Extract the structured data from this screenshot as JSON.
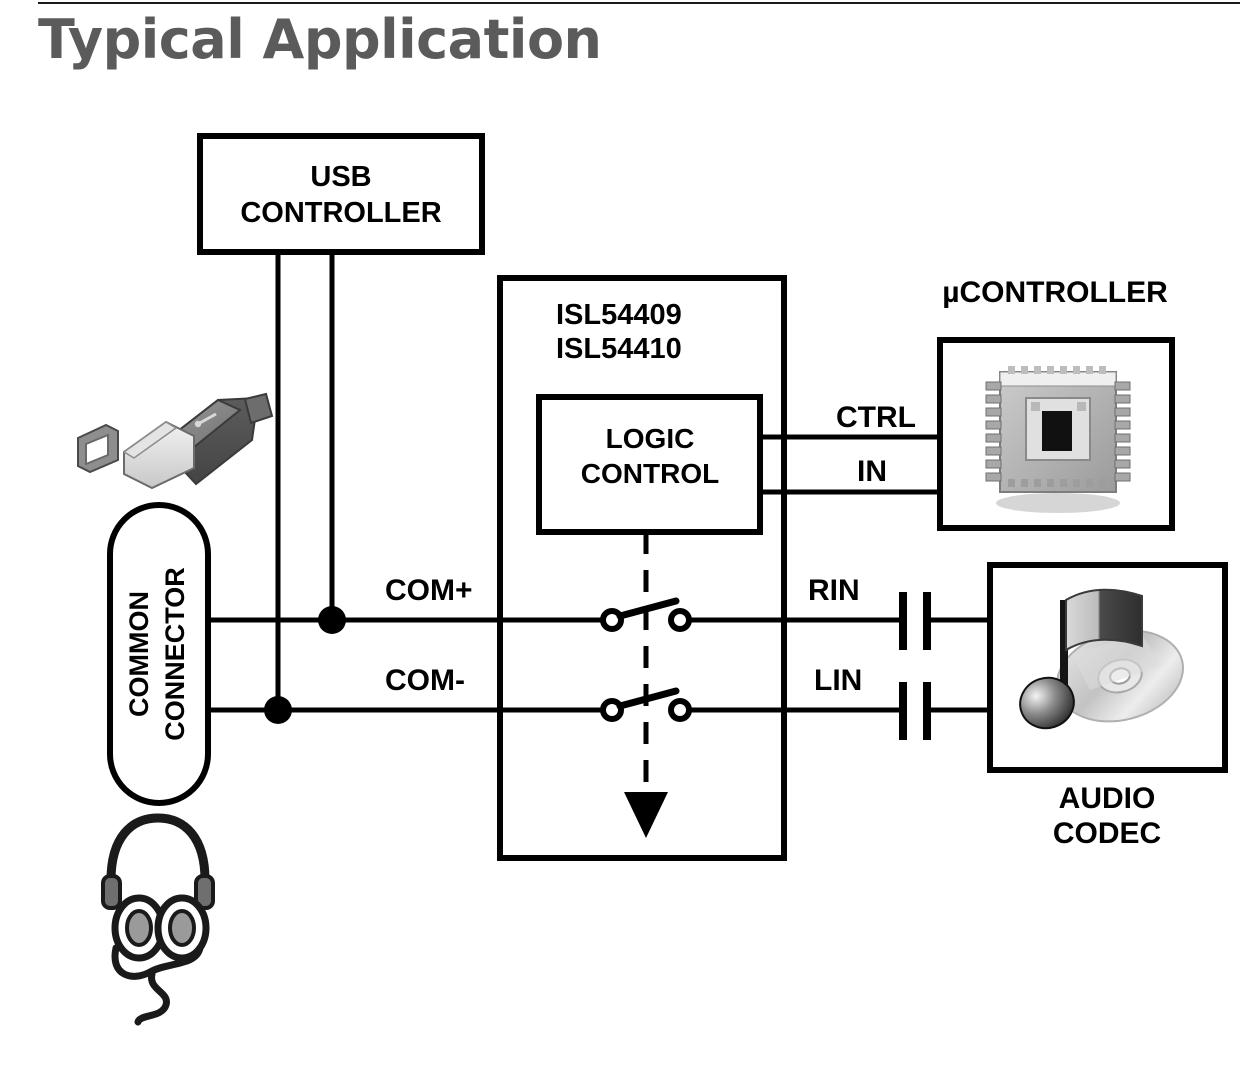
{
  "page": {
    "title": "Typical Application",
    "title_color": "#5b5b5b",
    "background": "#ffffff",
    "line_color": "#000000"
  },
  "diagram": {
    "type": "block-schematic",
    "blocks": [
      {
        "id": "usb-controller",
        "label_line1": "USB",
        "label_line2": "CONTROLLER",
        "shape": "rect"
      },
      {
        "id": "common-connector",
        "label_line1": "COMMON",
        "label_line2": "CONNECTOR",
        "shape": "stadium",
        "orientation": "vertical"
      },
      {
        "id": "main-ic",
        "part_line1": "ISL54409",
        "part_line2": "ISL54410",
        "shape": "rect"
      },
      {
        "id": "logic-control",
        "label_line1": "LOGIC",
        "label_line2": "CONTROL",
        "shape": "rect"
      },
      {
        "id": "microcontroller",
        "caption": "µCONTROLLER",
        "icon": "qfp-chip-icon",
        "shape": "rect"
      },
      {
        "id": "audio-codec",
        "caption_line1": "AUDIO",
        "caption_line2": "CODEC",
        "icon": "music-note-cd-icon",
        "shape": "rect"
      }
    ],
    "signals": {
      "com_plus": "COM+",
      "com_minus": "COM-",
      "ctrl": "CTRL",
      "in": "IN",
      "rin": "RIN",
      "lin": "LIN"
    },
    "icons": {
      "usb_plug": "usb-plug-icon",
      "headphones": "headphones-icon",
      "switch_upper": "spst-switch-icon",
      "switch_lower": "spst-switch-icon",
      "cap_rin": "capacitor-icon",
      "cap_lin": "capacitor-icon",
      "junction_com_plus": "junction-dot-icon",
      "junction_com_minus": "junction-dot-icon",
      "control_arrow": "control-arrow-icon"
    }
  }
}
